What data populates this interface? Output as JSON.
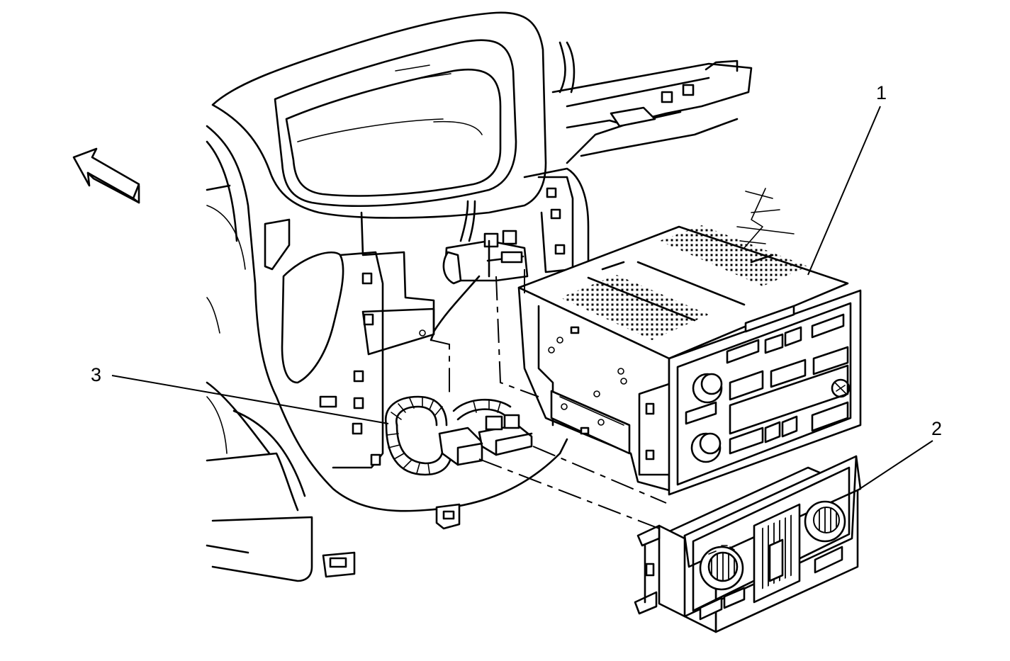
{
  "callouts": [
    {
      "id": "1",
      "label": "1"
    },
    {
      "id": "2",
      "label": "2"
    },
    {
      "id": "3",
      "label": "3"
    }
  ],
  "direction_arrow_icon": "forward-arrow-icon"
}
